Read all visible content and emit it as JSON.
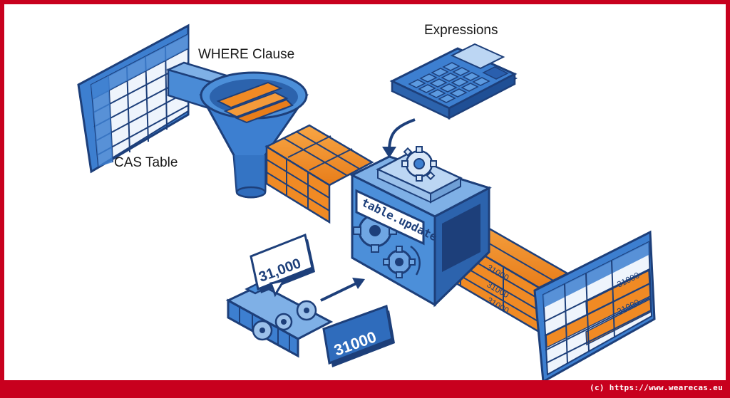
{
  "labels": {
    "where_clause": "WHERE Clause",
    "expressions": "Expressions",
    "cas_table": "CAS Table",
    "action": "table.update",
    "input_value": "31,000",
    "output_value": "31000",
    "cell_value": "31000"
  },
  "footer": {
    "copyright": "(c) https://www.wearecas.eu"
  },
  "colors": {
    "frame": "#c8001e",
    "blue": "#3d7fd0",
    "dark_blue": "#1d3f7a",
    "orange": "#f08a24",
    "light_blue": "#dce9f8"
  }
}
